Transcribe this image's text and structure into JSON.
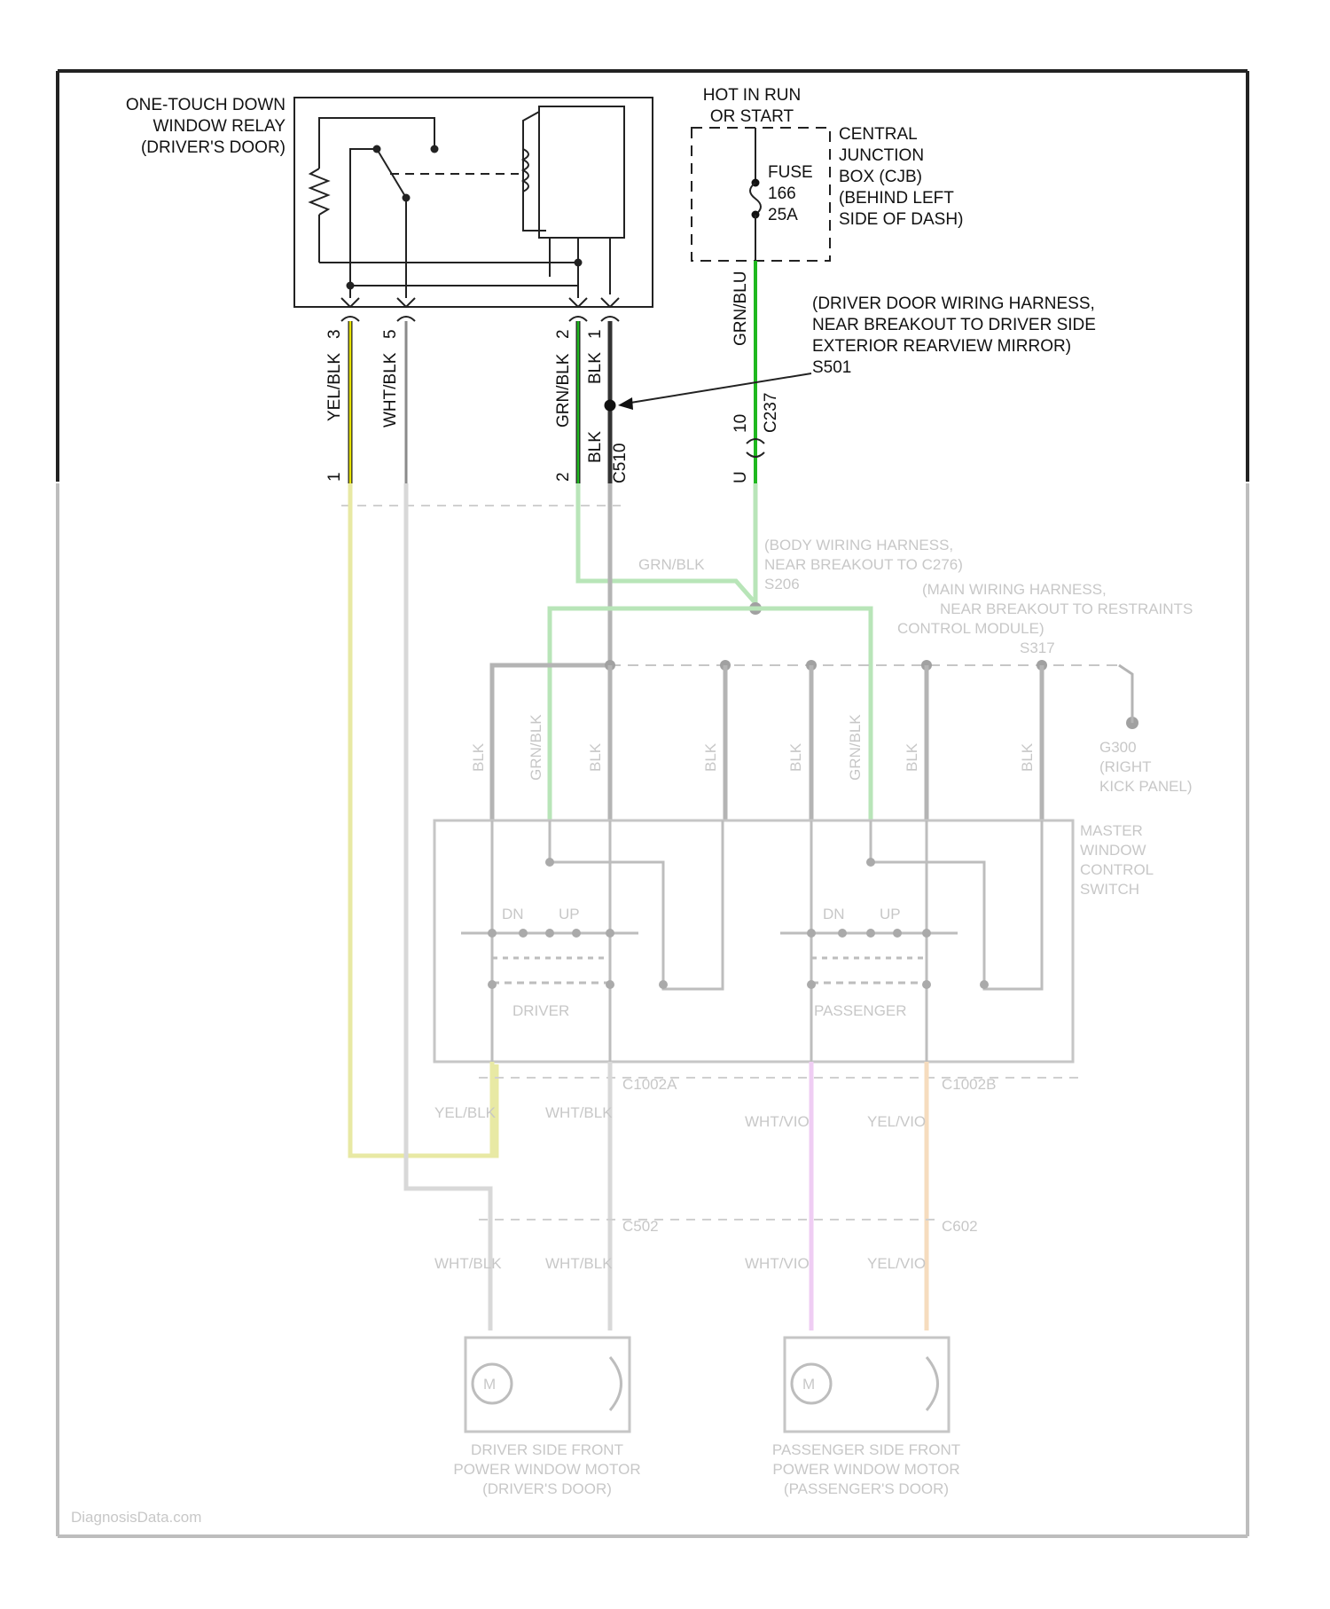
{
  "relay": {
    "title_l1": "ONE-TOUCH DOWN",
    "title_l2": "WINDOW RELAY",
    "title_l3": "(DRIVER'S DOOR)"
  },
  "power": {
    "hot_l1": "HOT IN RUN",
    "hot_l2": "OR START",
    "cjb_l1": "CENTRAL",
    "cjb_l2": "JUNCTION",
    "cjb_l3": "BOX (CJB)",
    "cjb_l4": "(BEHIND LEFT",
    "cjb_l5": "SIDE OF DASH)",
    "fuse_l1": "FUSE",
    "fuse_l2": "166",
    "fuse_l3": "25A"
  },
  "wires": {
    "w1_label": "YEL/BLK",
    "w1_pin": "3",
    "w2_label": "WHT/BLK",
    "w2_pin": "5",
    "w3_label": "GRN/BLK",
    "w3_pin": "2",
    "w4_label": "BLK",
    "w4_pin": "1",
    "w4b_label": "BLK",
    "cjb_wire_label": "GRN/BLU",
    "cjb_pin": "10",
    "cjb_connector": "C237",
    "connector_c510": "C510",
    "lower_pin_1": "1",
    "lower_pin_2": "2",
    "lower_frag_u": "U"
  },
  "splice": {
    "l1": "(DRIVER DOOR WIRING HARNESS,",
    "l2": "NEAR BREAKOUT TO DRIVER SIDE",
    "l3": "EXTERIOR REARVIEW MIRROR)",
    "id": "S501"
  },
  "faded": {
    "body_harness_l1": "(BODY WIRING HARNESS,",
    "body_harness_l2": "NEAR BREAKOUT TO C276)",
    "body_splice": "S206",
    "door_harness_l1": "(MAIN WIRING HARNESS,",
    "door_harness_l2": "NEAR BREAKOUT TO RESTRAINTS",
    "door_harness_l3": "CONTROL MODULE)",
    "door_splice": "S317",
    "ground_id": "G300",
    "ground_l1": "(RIGHT",
    "ground_l2": "KICK PANEL)",
    "master_l1": "MASTER",
    "master_l2": "WINDOW",
    "master_l3": "CONTROL",
    "master_l4": "SWITCH",
    "driver_sw": "DRIVER",
    "passenger_sw": "PASSENGER",
    "dn": "DN",
    "up": "UP",
    "driver_motor_l1": "DRIVER SIDE FRONT",
    "driver_motor_l2": "POWER WINDOW MOTOR",
    "driver_motor_l3": "(DRIVER'S DOOR)",
    "pass_motor_l1": "PASSENGER SIDE FRONT",
    "pass_motor_l2": "POWER WINDOW MOTOR",
    "pass_motor_l3": "(PASSENGER'S DOOR)",
    "motor_symbol": "M",
    "grn_blk": "GRN/BLK",
    "blk": "BLK",
    "yel_blk": "YEL/BLK",
    "wht_blk": "WHT/BLK",
    "wht_vio": "WHT/VIO",
    "yel_vio": "YEL/VIO",
    "c_a": "C1002A",
    "c_b": "C1002B",
    "c_d": "C502",
    "c_p": "C602",
    "watermark": "DiagnosisData.com"
  },
  "colors": {
    "yel": "#e6e200",
    "grn": "#1fb81f",
    "blk": "#333333",
    "wht": "#9a9a9a",
    "vio": "#e3a6ea",
    "org": "#f0c08a"
  }
}
